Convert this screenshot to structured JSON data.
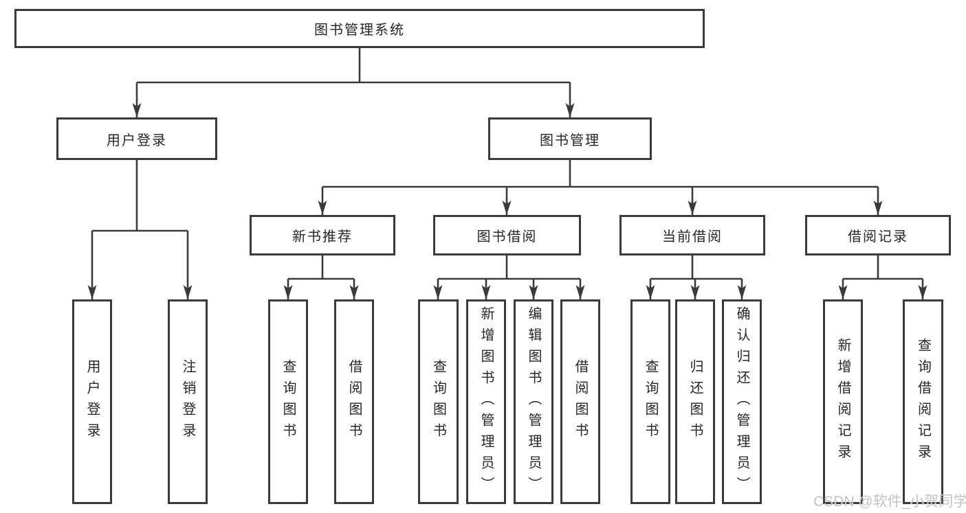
{
  "tree": {
    "root": {
      "label": "图书管理系统"
    },
    "branches": [
      {
        "label": "用户登录",
        "children": [
          {
            "label": "用户登录"
          },
          {
            "label": "注销登录"
          }
        ]
      },
      {
        "label": "图书管理",
        "children": [
          {
            "label": "新书推荐",
            "children": [
              {
                "label": "查询图书"
              },
              {
                "label": "借阅图书"
              }
            ]
          },
          {
            "label": "图书借阅",
            "children": [
              {
                "label": "查询图书"
              },
              {
                "label": "新增图书（管理员）"
              },
              {
                "label": "编辑图书（管理员）"
              },
              {
                "label": "借阅图书"
              }
            ]
          },
          {
            "label": "当前借阅",
            "children": [
              {
                "label": "查询图书"
              },
              {
                "label": "归还图书"
              },
              {
                "label": "确认归还（管理员）"
              }
            ]
          },
          {
            "label": "借阅记录",
            "children": [
              {
                "label": "新增借阅记录"
              },
              {
                "label": "查询借阅记录"
              }
            ]
          }
        ]
      }
    ]
  },
  "watermark": {
    "text": "CSDN @软件_小贺同学"
  },
  "colors": {
    "line": "#3a3a3a",
    "text": "#262626",
    "background": "#ffffff",
    "watermark": "#c3c3c3"
  }
}
